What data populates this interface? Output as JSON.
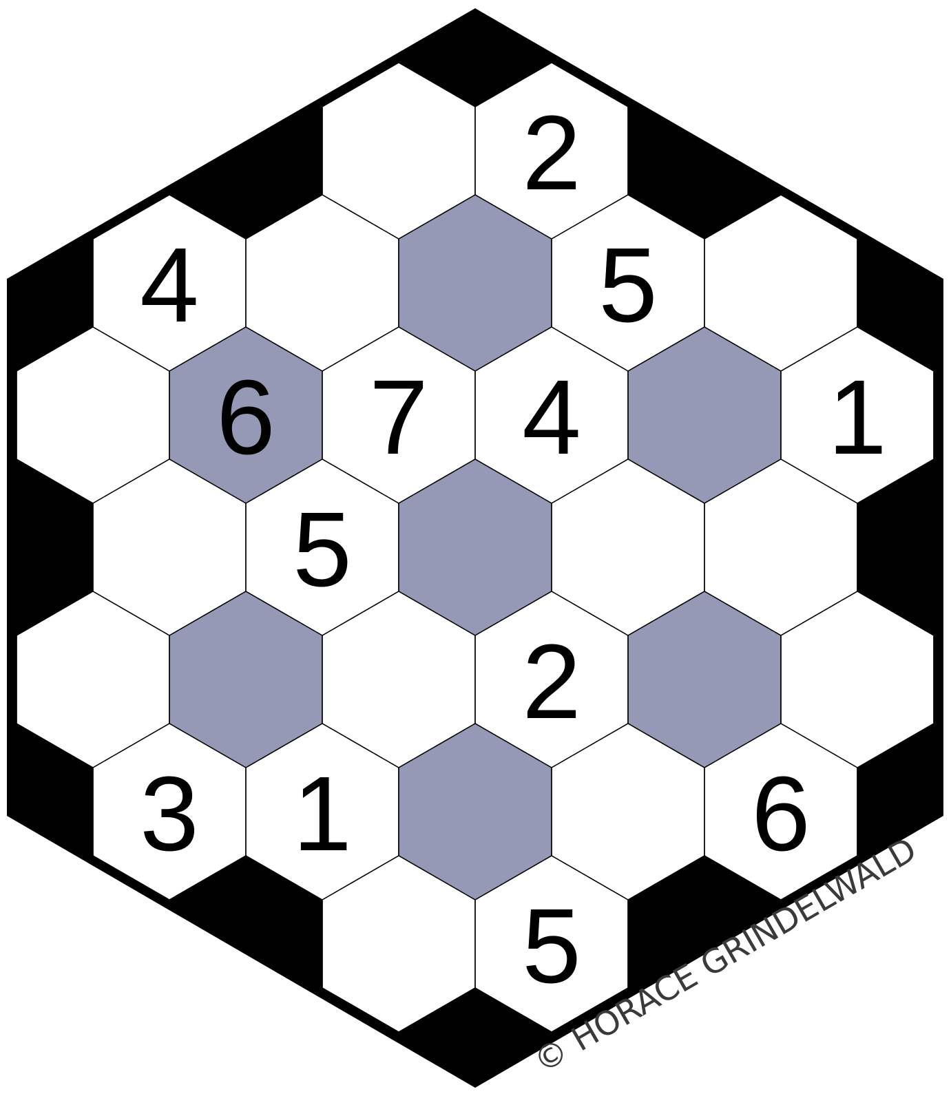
{
  "puzzle": {
    "colors": {
      "background": "#ffffff",
      "frame": "#000000",
      "cell_white": "#ffffff",
      "cell_shaded": "#9699b5",
      "cell_border": "#000000",
      "digit": "#000000",
      "credit": "#3a3a3a"
    },
    "cells": [
      {
        "row": 0,
        "col": 0,
        "digit": "",
        "shaded": false
      },
      {
        "row": 0,
        "col": 1,
        "digit": "2",
        "shaded": false
      },
      {
        "row": 1,
        "col": 0,
        "digit": "4",
        "shaded": false
      },
      {
        "row": 1,
        "col": 1,
        "digit": "",
        "shaded": false
      },
      {
        "row": 1,
        "col": 2,
        "digit": "",
        "shaded": true
      },
      {
        "row": 1,
        "col": 3,
        "digit": "5",
        "shaded": false
      },
      {
        "row": 1,
        "col": 4,
        "digit": "",
        "shaded": false
      },
      {
        "row": 2,
        "col": 0,
        "digit": "",
        "shaded": false
      },
      {
        "row": 2,
        "col": 1,
        "digit": "6",
        "shaded": true
      },
      {
        "row": 2,
        "col": 2,
        "digit": "7",
        "shaded": false
      },
      {
        "row": 2,
        "col": 3,
        "digit": "4",
        "shaded": false
      },
      {
        "row": 2,
        "col": 4,
        "digit": "",
        "shaded": true
      },
      {
        "row": 2,
        "col": 5,
        "digit": "1",
        "shaded": false
      },
      {
        "row": 3,
        "col": 0,
        "digit": "",
        "shaded": false
      },
      {
        "row": 3,
        "col": 1,
        "digit": "5",
        "shaded": false
      },
      {
        "row": 3,
        "col": 2,
        "digit": "",
        "shaded": true
      },
      {
        "row": 3,
        "col": 3,
        "digit": "",
        "shaded": false
      },
      {
        "row": 3,
        "col": 4,
        "digit": "",
        "shaded": false
      },
      {
        "row": 4,
        "col": 0,
        "digit": "",
        "shaded": false
      },
      {
        "row": 4,
        "col": 1,
        "digit": "",
        "shaded": true
      },
      {
        "row": 4,
        "col": 2,
        "digit": "",
        "shaded": false
      },
      {
        "row": 4,
        "col": 3,
        "digit": "2",
        "shaded": false
      },
      {
        "row": 4,
        "col": 4,
        "digit": "",
        "shaded": true
      },
      {
        "row": 4,
        "col": 5,
        "digit": "",
        "shaded": false
      },
      {
        "row": 5,
        "col": 0,
        "digit": "3",
        "shaded": false
      },
      {
        "row": 5,
        "col": 1,
        "digit": "1",
        "shaded": false
      },
      {
        "row": 5,
        "col": 2,
        "digit": "",
        "shaded": true
      },
      {
        "row": 5,
        "col": 3,
        "digit": "",
        "shaded": false
      },
      {
        "row": 5,
        "col": 4,
        "digit": "6",
        "shaded": false
      },
      {
        "row": 6,
        "col": 0,
        "digit": "",
        "shaded": false
      },
      {
        "row": 6,
        "col": 1,
        "digit": "5",
        "shaded": false
      }
    ],
    "credit": "© HORACE GRINDELWALD"
  }
}
